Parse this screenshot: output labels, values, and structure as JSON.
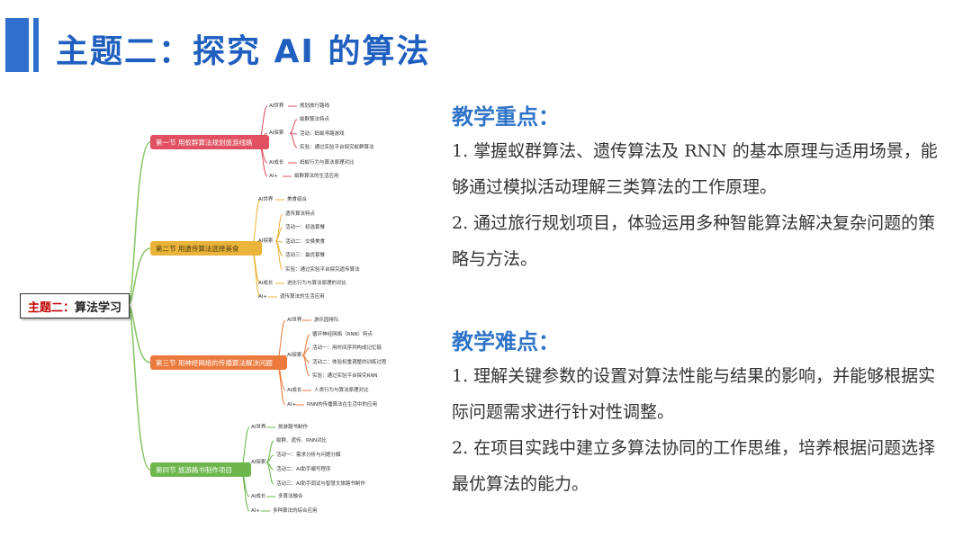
{
  "page": {
    "title": "主题二：探究 AI 的算法"
  },
  "mindmap": {
    "root": {
      "prefix": "主题二：",
      "label": "算法学习"
    },
    "sections": [
      {
        "label": "第一节 用蚁群算法规划旅游线路",
        "nodes": [
          "AI世界",
          "规划旅行路线",
          "AI探索",
          "蚁群算法特点",
          "活动：蚂蚁寻路游戏",
          "实验：通过实验平台探究蚁群算法",
          "AI成长",
          "蚂蚁行为与算法原理对比",
          "AI+",
          "蚁群算法的生活应用"
        ]
      },
      {
        "label": "第二节 用遗传算法选择美食",
        "nodes": [
          "AI世界",
          "美食组合",
          "AI探索",
          "遗传算法特点",
          "活动一：初选套餐",
          "活动二：交换美食",
          "活动三：最优套餐",
          "实验：通过实验平台探究遗传算法",
          "AI成长",
          "进化行为与算法原理的对比",
          "AI+",
          "遗传算法的生活应用"
        ]
      },
      {
        "label": "第三节 用神经网络的传播算法解决问题",
        "nodes": [
          "AI世界",
          "游乐园排队",
          "AI探索",
          "循环神经网络（RNN）特点",
          "活动一：用时间序列构成记忆链",
          "活动二：体验权重调整的训练过程",
          "实验：通过实验平台探究RNN",
          "AI成长",
          "人类行为与算法原理对比",
          "AI+",
          "RNN的传播算法在生活中的应用"
        ]
      },
      {
        "label": "第四节 旅游路书制作项目",
        "nodes": [
          "AI世界",
          "旅游路书制作",
          "AI探索",
          "蚁群、遗传、RNN对比",
          "活动一：需求分析与问题分解",
          "活动二：AI助手编写程序",
          "活动三：AI助手调试与智慧文旅路书制作",
          "AI成长",
          "多算法融合",
          "AI+",
          "多种算法的综合应用"
        ]
      }
    ]
  },
  "focus": {
    "heading": "教学重点：",
    "items": [
      "1. 掌握蚁群算法、遗传算法及 RNN 的基本原理与适用场景，能够通过模拟活动理解三类算法的工作原理。",
      "2. 通过旅行规划项目，体验运用多种智能算法解决复杂问题的策略与方法。"
    ]
  },
  "difficulty": {
    "heading": "教学难点：",
    "items": [
      "1. 理解关键参数的设置对算法性能与结果的影响，并能够根据实际问题需求进行针对性调整。",
      "2. 在项目实践中建立多算法协同的工作思维，培养根据问题选择最优算法的能力。"
    ]
  },
  "colors": {
    "accent": "#2f6fce",
    "section1": "#e05060",
    "section2": "#eab339",
    "section3": "#ec7a3d",
    "section4": "#6cb64c",
    "connector": "#8cc76a"
  }
}
